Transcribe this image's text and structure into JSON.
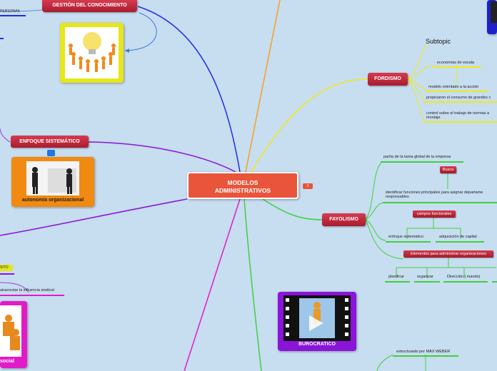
{
  "central": {
    "title_line1": "MODELOS",
    "title_line2": "ADMINISTRATIVOS",
    "badge": "1"
  },
  "gestion": {
    "label": "GESTIÓN DEL CONOCIMIENTO",
    "personas": "PERSONAS"
  },
  "enfoque": {
    "label": "ENFOQUE SISTEMÁTICO",
    "caption": "autonomía organizacional"
  },
  "fordismo": {
    "label": "FORDISMO",
    "subtopic": "Subtopic",
    "items": [
      "economías de escala",
      "modelo orientado a la acción",
      "propiciaron el consumo de grandes c",
      "control sobre el trabajo de normas a",
      "montaje"
    ]
  },
  "fayolismo": {
    "label": "FAYOLISMO",
    "parte": "partía de la tarea global de la empresa",
    "busca": "Busca",
    "identificar_1": "identificar funciones principales para asignar departame",
    "identificar_2": "responsables",
    "campos": "campos funcionales",
    "enfoque": "enfoque sistematico",
    "adquisicion": "adquisición de capital",
    "elementos": "Elementos para administrar organizaciones",
    "elem_items": [
      "planificar",
      "organizar",
      "Dirección ( mando)"
    ]
  },
  "burocratico": {
    "label": "BUROCRATICO",
    "weber": "estructurado por MAX WEBER"
  },
  "left_bottom": {
    "tag": "SITO",
    "sindical": "atrarrestar la influencia sindical",
    "social": "social"
  },
  "colors": {
    "central": "#e9553a",
    "node_red": "#b5253a",
    "yellow": "#f0ea14",
    "green": "#3cd23c",
    "blue": "#1f2ee0",
    "purple": "#8a14d8",
    "magenta": "#e21bc8",
    "orange": "#f5a21a"
  }
}
